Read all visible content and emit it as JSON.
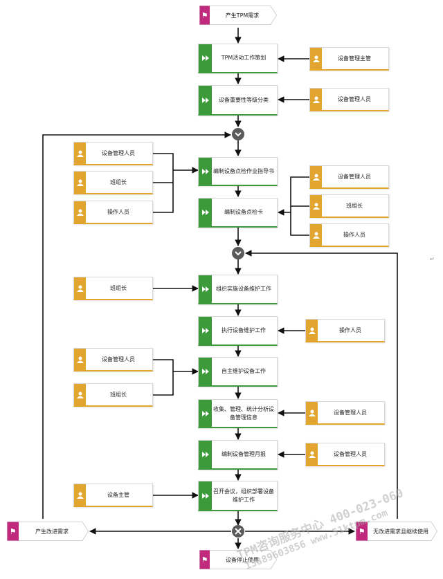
{
  "events": {
    "start": "产生TPM需求",
    "end": "设备停止使用",
    "improve": "产生改进需求",
    "continue": "无改进需求且继续使用"
  },
  "processes": [
    "TPM活动工作策划",
    "设备重要性等级分类",
    "编制设备点检作业指导书",
    "编制设备点检卡",
    "组织实施设备维护工作",
    "执行设备维护工作",
    "自主维护设备工作",
    "收集、管理、统计分析设备管理信息",
    "编制设备管理月报",
    "召开会议，组织部署设备维护工作"
  ],
  "roles": [
    "设备管理主管",
    "设备管理人员",
    "设备管理人员",
    "班组长",
    "操作人员",
    "设备管理人员",
    "班组长",
    "操作人员",
    "班组长",
    "操作人员",
    "设备管理人员",
    "班组长",
    "设备管理人员",
    "设备管理人员",
    "设备主管"
  ],
  "watermark": {
    "line1": "TPM咨询服务中心 400-023-060",
    "line2": "13889603856 www.51ktpm.com"
  },
  "margin_mark": "↵"
}
